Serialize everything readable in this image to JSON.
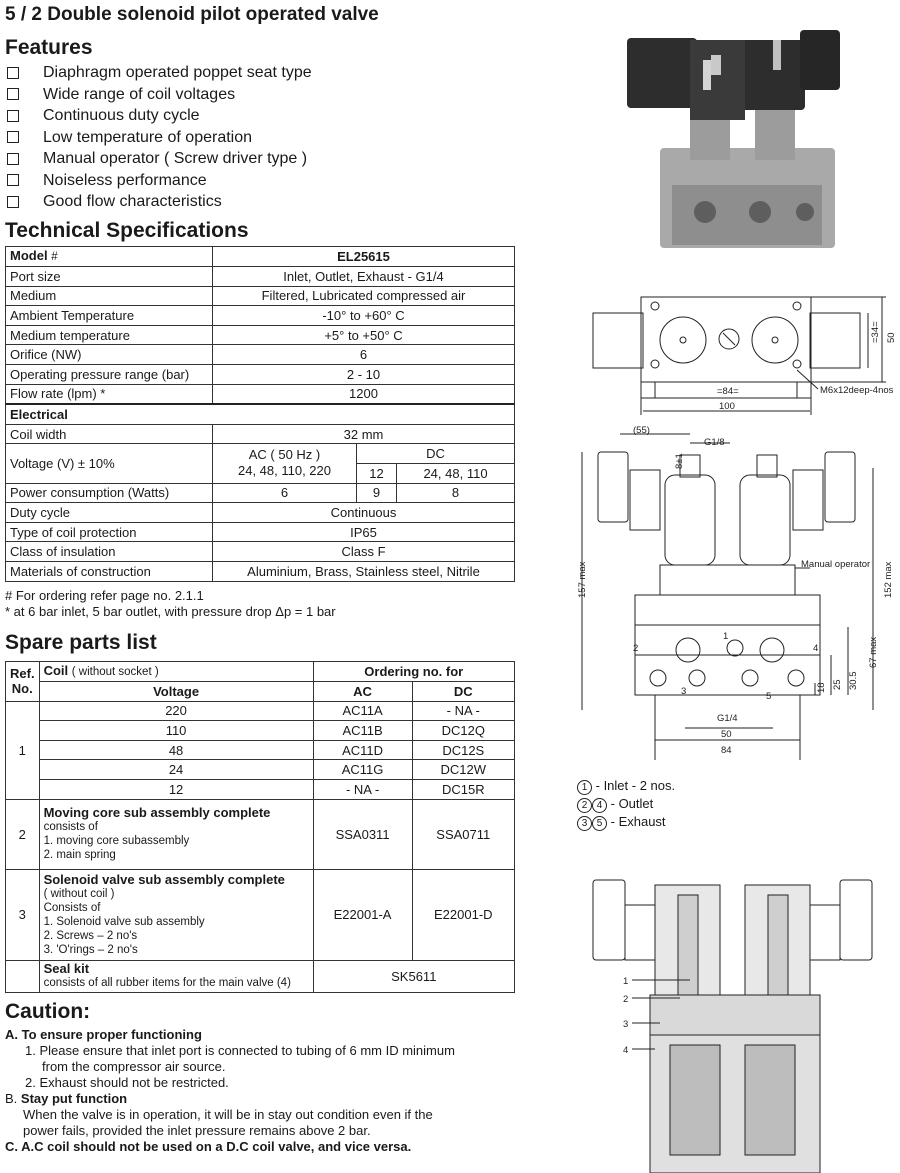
{
  "title": "5 / 2 Double solenoid pilot operated valve",
  "features_heading": "Features",
  "features": [
    "Diaphragm operated poppet seat type",
    "Wide range of coil voltages",
    "Continuous duty cycle",
    "Low temperature of operation",
    "Manual operator ( Screw driver type )",
    "Noiseless performance",
    "Good flow characteristics"
  ],
  "tech_heading": "Technical Specifications",
  "spec": {
    "model_label": "Model",
    "model_hash": "#",
    "model_value": "EL25615",
    "rows": [
      {
        "label": "Port size",
        "value": "Inlet, Outlet, Exhaust - G1/4"
      },
      {
        "label": "Medium",
        "value": "Filtered, Lubricated compressed air"
      },
      {
        "label": "Ambient Temperature",
        "value": "-10° to +60° C"
      },
      {
        "label": "Medium temperature",
        "value": "+5° to +50° C"
      },
      {
        "label": "Orifice (NW)",
        "value": "6"
      },
      {
        "label": "Operating pressure range (bar)",
        "value": "2 - 10"
      },
      {
        "label": "Flow rate (lpm) *",
        "value": "1200"
      }
    ],
    "electrical_label": "Electrical",
    "coil_width_label": "Coil width",
    "coil_width_value": "32 mm",
    "voltage_label": "Voltage (V) ± 10%",
    "ac_label": "AC ( 50 Hz )",
    "ac_values": "24, 48, 110, 220",
    "dc_label": "DC",
    "dc_12": "12",
    "dc_values": "24, 48, 110",
    "power_label": "Power consumption (Watts)",
    "power_ac": "6",
    "power_dc12": "9",
    "power_dc": "8",
    "rows2": [
      {
        "label": "Duty cycle",
        "value": "Continuous"
      },
      {
        "label": "Type of coil protection",
        "value": "IP65"
      },
      {
        "label": "Class of insulation",
        "value": "Class F"
      },
      {
        "label": "Materials of construction",
        "value": "Aluminium, Brass, Stainless steel, Nitrile"
      }
    ]
  },
  "notes": [
    "# For ordering refer page no. 2.1.1",
    "* at 6 bar inlet, 5 bar outlet, with pressure drop Δp = 1 bar"
  ],
  "spare_heading": "Spare parts list",
  "spare": {
    "ref_label": "Ref.",
    "no_label": "No.",
    "coil_label": "Coil",
    "coil_note": "( without socket )",
    "ordering_label": "Ordering no. for",
    "voltage_label": "Voltage",
    "ac_label": "AC",
    "dc_label": "DC",
    "coil_ref": "1",
    "coil_rows": [
      {
        "voltage": "220",
        "ac": "AC11A",
        "dc": "- NA -"
      },
      {
        "voltage": "110",
        "ac": "AC11B",
        "dc": "DC12Q"
      },
      {
        "voltage": "48",
        "ac": "AC11D",
        "dc": "DC12S"
      },
      {
        "voltage": "24",
        "ac": "AC11G",
        "dc": "DC12W"
      },
      {
        "voltage": "12",
        "ac": "- NA -",
        "dc": "DC15R"
      }
    ],
    "item2": {
      "ref": "2",
      "title": "Moving core sub assembly complete",
      "lines": [
        "consists of",
        "1. moving core subassembly",
        "2. main spring"
      ],
      "ac": "SSA0311",
      "dc": "SSA0711"
    },
    "item3": {
      "ref": "3",
      "title": "Solenoid valve sub assembly complete",
      "lines": [
        "( without coil )",
        "Consists of",
        "1. Solenoid valve sub assembly",
        "2. Screws – 2 no's",
        "3. 'O'rings – 2 no's"
      ],
      "ac": "E22001-A",
      "dc": "E22001-D"
    },
    "item4": {
      "title": "Seal kit",
      "line": "consists of all rubber items for the main valve (4)",
      "code": "SK5611"
    }
  },
  "caution": {
    "heading": "Caution:",
    "a_label": "A. To ensure proper functioning",
    "a1": "1.  Please ensure that inlet port is connected to tubing of 6 mm ID minimum",
    "a1b": "from the compressor air source.",
    "a2": "2.  Exhaust should not be restricted.",
    "b_prefix": "B.",
    "b_label": "Stay put function",
    "b_text1": "When the valve is in operation, it will be in stay out condition even if the",
    "b_text2": "power fails, provided the inlet pressure remains above 2 bar.",
    "c_label": "C. A.C coil should not be used on a D.C coil valve, and vice versa."
  },
  "drawing": {
    "top_view": {
      "dim_34": "=34=",
      "dim_50": "50",
      "dim_84": "=84=",
      "dim_100": "100",
      "hole_note": "M6x12deep-4nos"
    },
    "front_view": {
      "dim_55": "(55)",
      "port_g18": "G1/8",
      "dim_8": "8±1",
      "dim_157": "157 max",
      "dim_152": "152 max",
      "manual_operator": "Manual operator",
      "dim_67": "67 max",
      "dim_305": "30.5",
      "dim_25": "25",
      "dim_18": "18",
      "port_g14": "G1/4",
      "dim_50b": "50",
      "dim_84b": "84",
      "ports": [
        "1",
        "2",
        "4",
        "3",
        "5"
      ]
    },
    "section_labels": [
      "1",
      "2",
      "3",
      "4"
    ]
  },
  "legend": [
    {
      "nums": [
        "1"
      ],
      "text": "- Inlet - 2 nos."
    },
    {
      "nums": [
        "2",
        "4"
      ],
      "text": "- Outlet"
    },
    {
      "nums": [
        "3",
        "5"
      ],
      "text": "- Exhaust"
    }
  ]
}
